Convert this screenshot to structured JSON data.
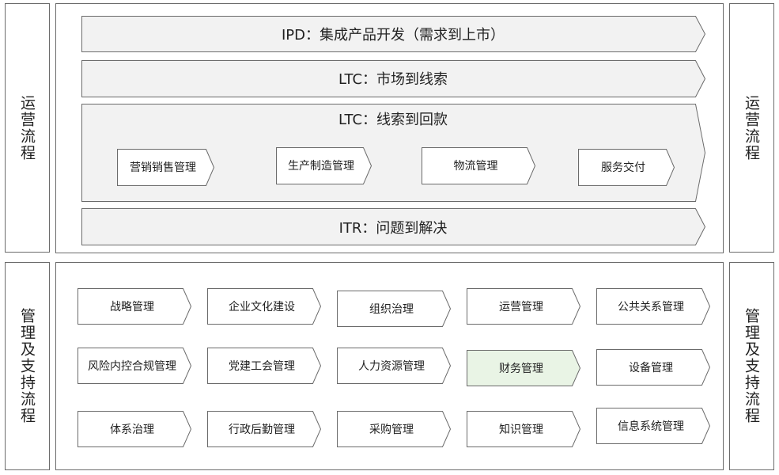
{
  "sections": {
    "ops": {
      "left_label": "运营流程",
      "right_label": "运营流程"
    },
    "support": {
      "left_label": "管理及支持流程",
      "right_label": "管理及支持流程"
    }
  },
  "ops_flows": {
    "ipd": "IPD：集成产品开发（需求到上市）",
    "ltc_market": "LTC：市场到线索",
    "ltc_cash": "LTC：线索到回款",
    "ltc_steps": [
      "营销销售管理",
      "生产制造管理",
      "物流管理",
      "服务交付"
    ],
    "itr": "ITR：问题到解决"
  },
  "support_grid": [
    [
      "战略管理",
      "企业文化建设",
      "组织治理",
      "运营管理",
      "公共关系管理"
    ],
    [
      "风险内控合规管理",
      "党建工会管理",
      "人力资源管理",
      "财务管理",
      "设备管理"
    ],
    [
      "体系治理",
      "行政后勤管理",
      "采购管理",
      "知识管理",
      "信息系统管理"
    ]
  ],
  "colors": {
    "stroke": "#6b6b6b",
    "band_fill": "#f2f2f2",
    "box_fill": "#ffffff",
    "highlight_fill": "#e9f4e5"
  },
  "highlight": {
    "row": 1,
    "col": 3
  }
}
